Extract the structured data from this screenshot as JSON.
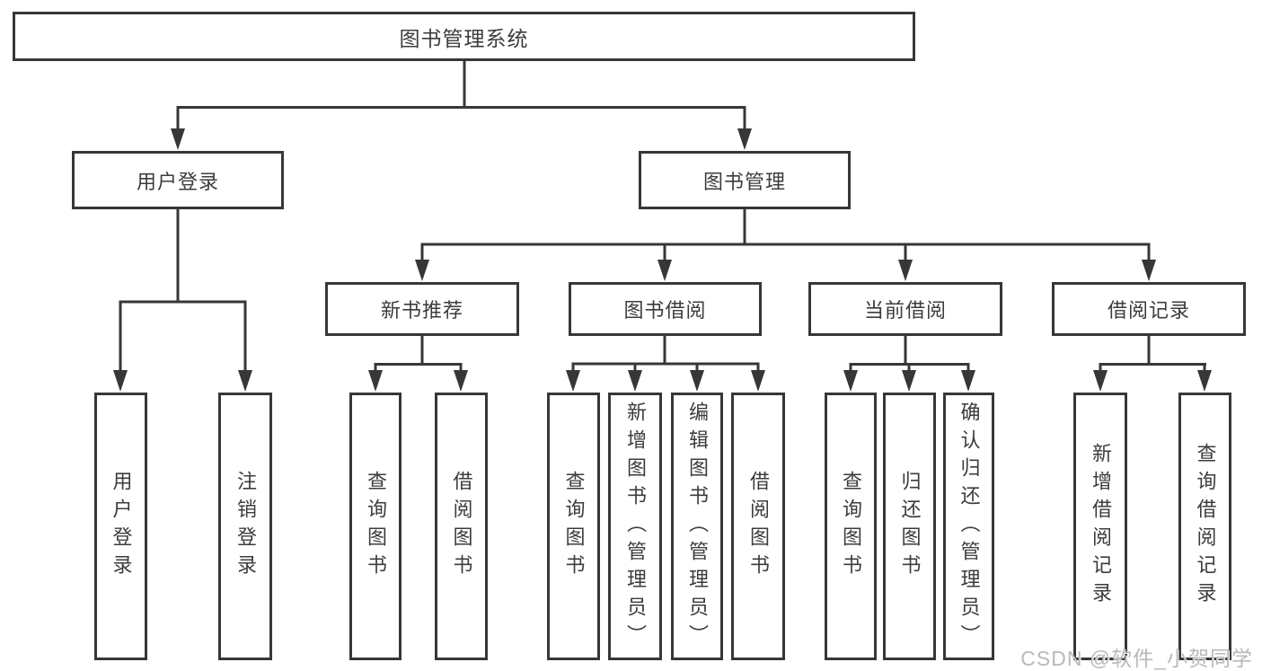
{
  "diagram_type": "hierarchy-tree",
  "colors": {
    "line": "#373737",
    "box_border": "#373737",
    "text": "#3c3c3c",
    "background": "#ffffff",
    "watermark": "#b9b9b9"
  },
  "tree": {
    "label": "图书管理系统",
    "children": [
      {
        "label": "用户登录",
        "children": [
          {
            "label": "用户登录"
          },
          {
            "label": "注销登录"
          }
        ]
      },
      {
        "label": "图书管理",
        "children": [
          {
            "label": "新书推荐",
            "children": [
              {
                "label": "查询图书"
              },
              {
                "label": "借阅图书"
              }
            ]
          },
          {
            "label": "图书借阅",
            "children": [
              {
                "label": "查询图书"
              },
              {
                "label": "新增图书（管理员）"
              },
              {
                "label": "编辑图书（管理员）"
              },
              {
                "label": "借阅图书"
              }
            ]
          },
          {
            "label": "当前借阅",
            "children": [
              {
                "label": "查询图书"
              },
              {
                "label": "归还图书"
              },
              {
                "label": "确认归还（管理员）"
              }
            ]
          },
          {
            "label": "借阅记录",
            "children": [
              {
                "label": "新增借阅记录"
              },
              {
                "label": "查询借阅记录"
              }
            ]
          }
        ]
      }
    ]
  },
  "watermark": {
    "text": "CSDN @软件_小贺同学"
  }
}
